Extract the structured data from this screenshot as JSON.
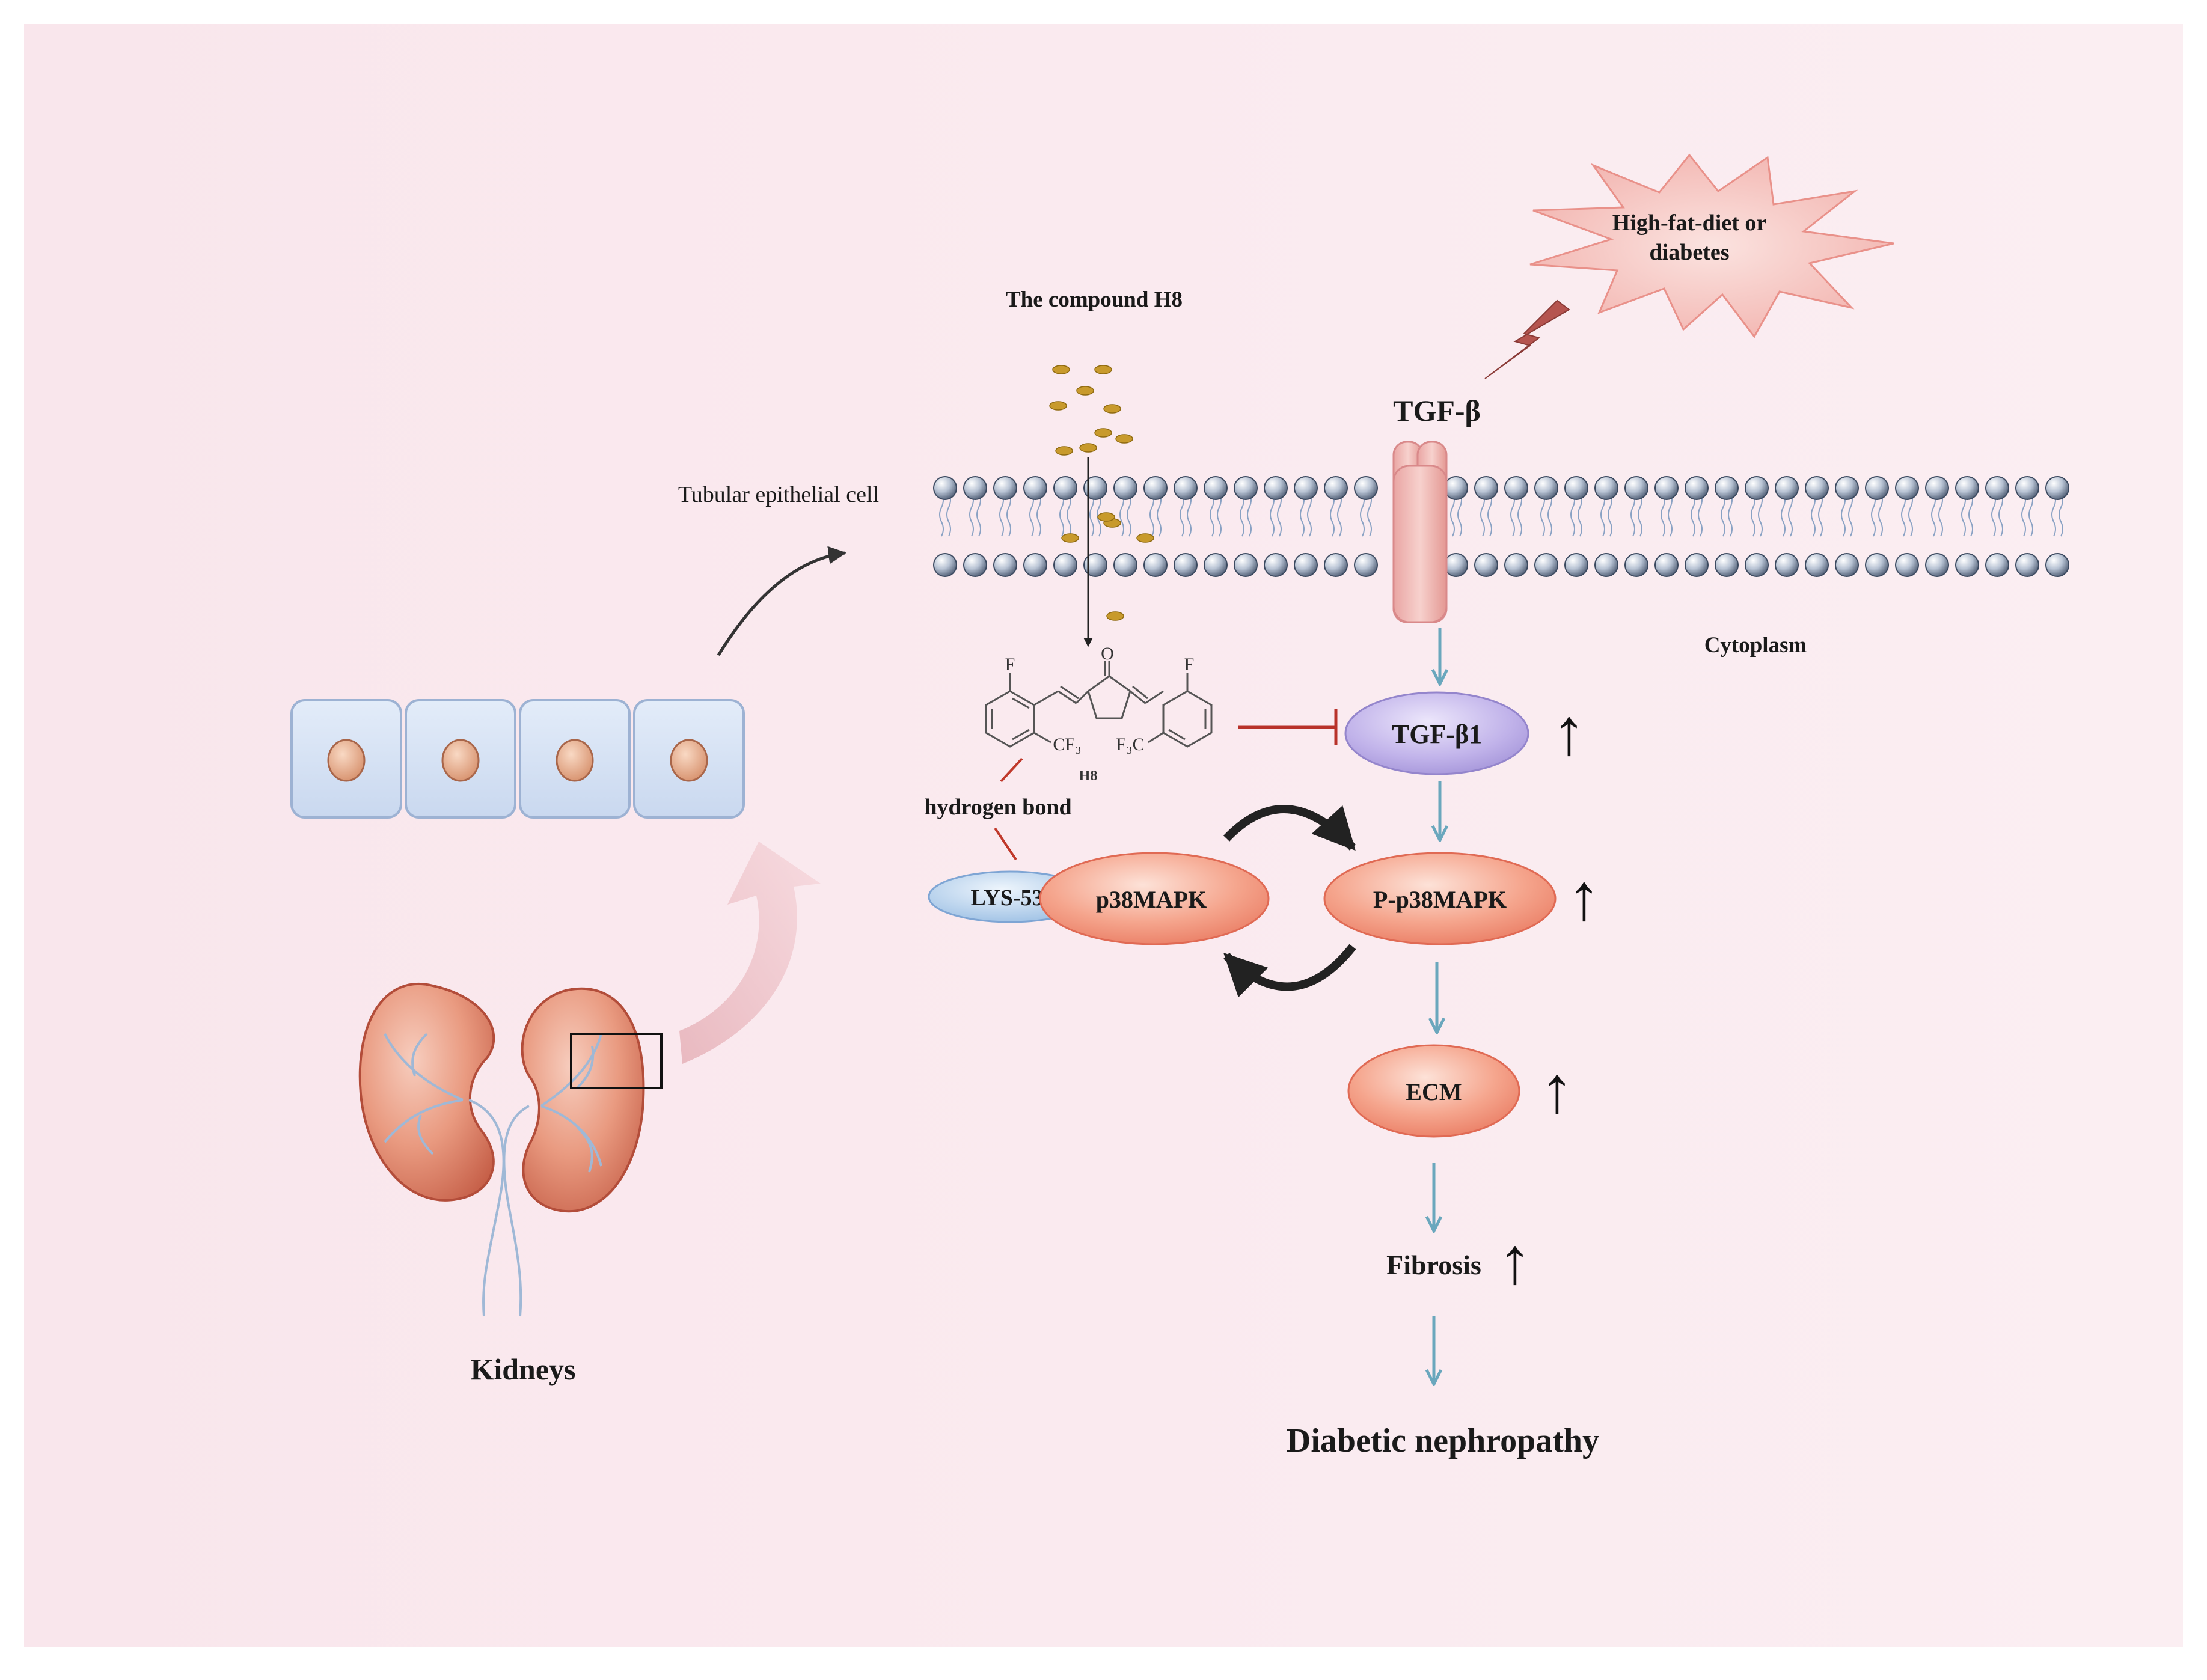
{
  "labels": {
    "high_fat": [
      "High-fat-diet or",
      "diabetes"
    ],
    "compound": "The compound H8",
    "tgf_beta": "TGF-β",
    "tubular": "Tubular epithelial cell",
    "cytoplasm": "Cytoplasm",
    "tgf_beta1": "TGF-β1",
    "hydrogen_bond": "hydrogen bond",
    "lys53": "LYS-53",
    "p38": "p38MAPK",
    "pp38": "P-p38MAPK",
    "ecm": "ECM",
    "fibrosis": "Fibrosis",
    "diabetic": "Diabetic nephropathy",
    "kidneys": "Kidneys",
    "mol_f": "F",
    "mol_o": "O",
    "mol_cf3": "CF₃",
    "mol_f3c": "F₃C",
    "mol_h8": "H8",
    "up_arrow": "↑"
  },
  "colors": {
    "background": "#fbe9ee",
    "node_fill": "#f28c73",
    "node_stroke": "#e06a54",
    "tgf_fill": "#b5a6e0",
    "lys_fill": "#a8c6e6",
    "flow_arrow": "#6aa7bd",
    "inhibit": "#b8322a"
  }
}
